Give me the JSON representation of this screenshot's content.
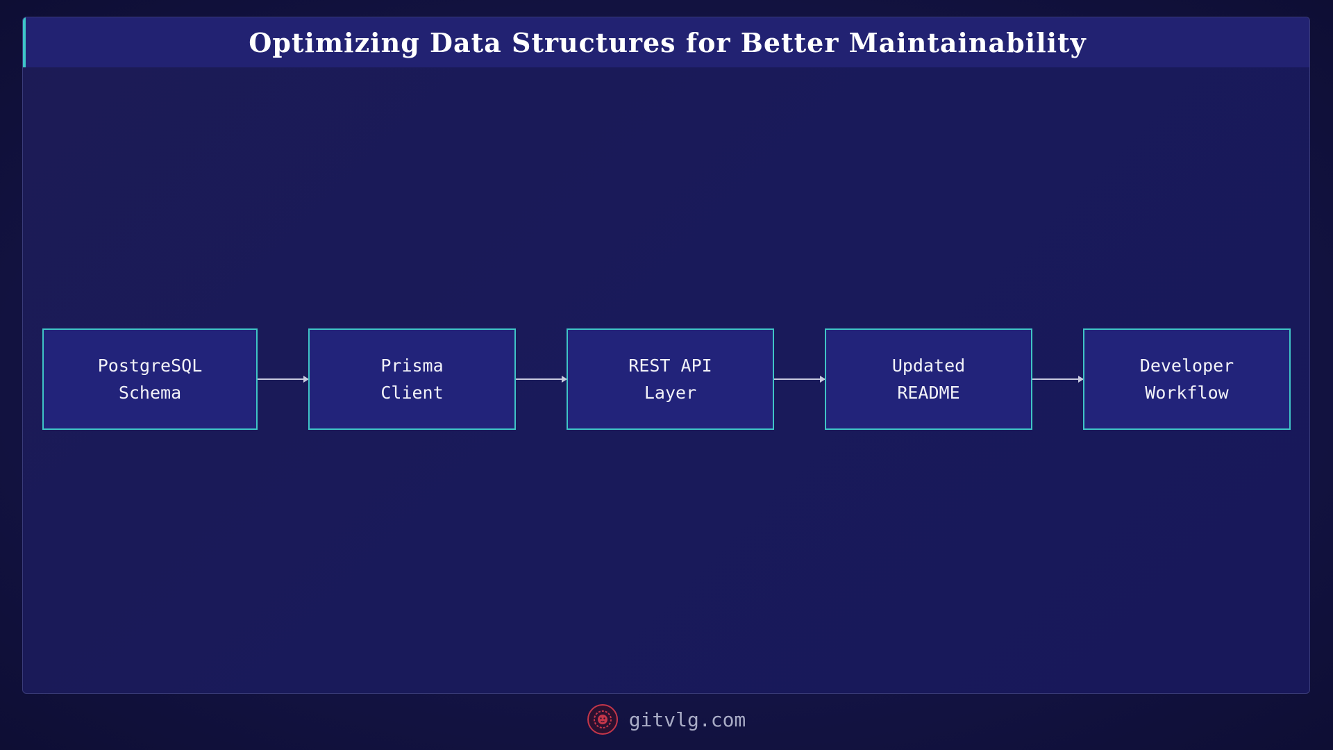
{
  "header": {
    "title": "Optimizing Data Structures for Better Maintainability"
  },
  "diagram": {
    "nodes": [
      {
        "label": "PostgreSQL\nSchema"
      },
      {
        "label": "Prisma\nClient"
      },
      {
        "label": "REST API\nLayer"
      },
      {
        "label": "Updated\nREADME"
      },
      {
        "label": "Developer\nWorkflow"
      }
    ]
  },
  "footer": {
    "site": "gitvlg.com",
    "logo_icon": "lion-logo-icon"
  },
  "colors": {
    "accent": "#3ec6c8",
    "node_fill": "#22237a",
    "logo": "#c4364a"
  }
}
